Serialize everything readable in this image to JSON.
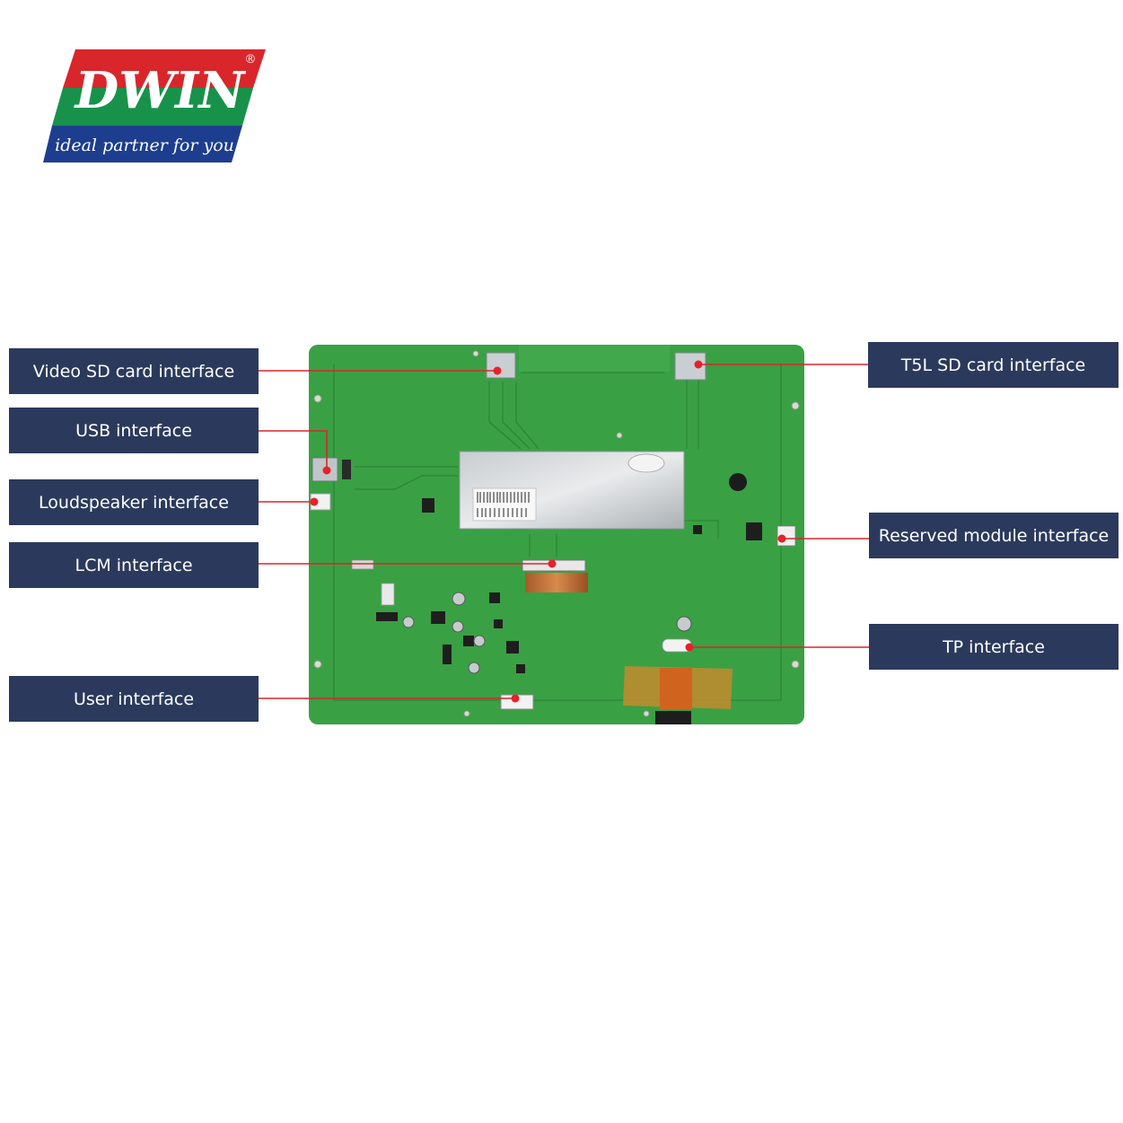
{
  "logo": {
    "brand": "DWIN",
    "registered": "®",
    "tagline": "ideal partner for you",
    "colors": {
      "red": "#d9262b",
      "green": "#18924a",
      "blue": "#1d3e8e"
    }
  },
  "callouts": {
    "video_sd": "Video SD card interface",
    "usb": "USB interface",
    "loudspeaker": "Loudspeaker interface",
    "lcm": "LCM interface",
    "user": "User interface",
    "t5l_sd": "T5L SD card interface",
    "reserved_module": "Reserved module interface",
    "tp": "TP interface"
  },
  "colors": {
    "label_bg": "#2b3a5c",
    "leader_line": "#d9262b",
    "board_green": "#3aa044"
  }
}
